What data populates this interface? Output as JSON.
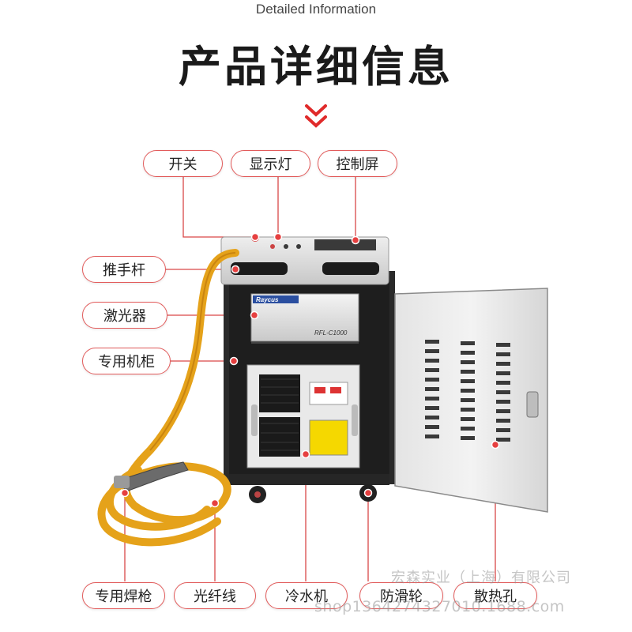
{
  "header": {
    "subtitle": "Detailed Information",
    "title": "产品详细信息"
  },
  "labels": {
    "switch": "开关",
    "indicator_light": "显示灯",
    "control_screen": "控制屏",
    "push_handle": "推手杆",
    "laser": "激光器",
    "cabinet": "专用机柜",
    "welding_gun": "专用焊枪",
    "optical_fiber": "光纤线",
    "chiller": "冷水机",
    "antislip_wheel": "防滑轮",
    "vent_holes": "散热孔"
  },
  "device": {
    "laser_brand": "Raycus",
    "laser_model": "RFL-C1000"
  },
  "watermark": {
    "company": "宏森实业（上海）有限公司",
    "shop": "shop1364274327010.1688.com"
  },
  "colors": {
    "accent": "#e25b5b",
    "hose": "#e8a820",
    "cabinet": "#2b2b2b",
    "panel": "#d9d9d9"
  }
}
